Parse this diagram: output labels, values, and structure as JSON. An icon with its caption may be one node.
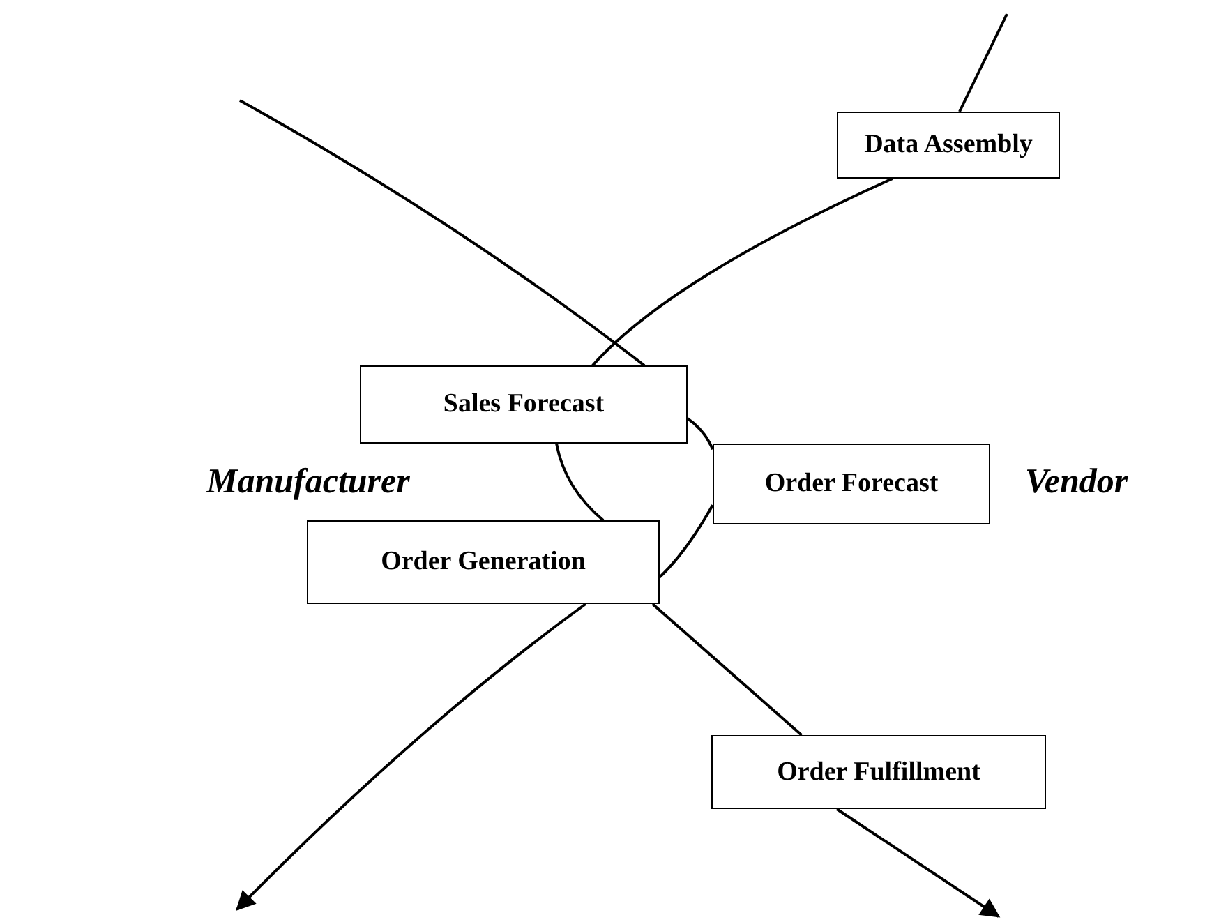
{
  "diagram": {
    "nodes": [
      {
        "text": [
          "Data Assembly"
        ]
      },
      {
        "text": [
          "Sales Forecast"
        ]
      },
      {
        "text": [
          "Order Forecast"
        ]
      },
      {
        "text": [
          "Order Generation"
        ]
      },
      {
        "text": [
          "Order Fulfillment"
        ]
      }
    ],
    "edges": [
      {
        "from": null,
        "to": 1,
        "arrow": "none"
      },
      {
        "from": null,
        "to": 0,
        "arrow": "none"
      },
      {
        "from": 0,
        "to": 1,
        "arrow": "none"
      },
      {
        "from": 1,
        "to": 2,
        "arrow": "none"
      },
      {
        "from": 2,
        "to": 3,
        "arrow": "none"
      },
      {
        "from": 3,
        "to": null,
        "arrow": "to"
      },
      {
        "from": 1,
        "to": 3,
        "arrow": "none"
      },
      {
        "from": 3,
        "to": 4,
        "arrow": "none"
      },
      {
        "from": 4,
        "to": null,
        "arrow": "to"
      }
    ],
    "labels": [
      "Manufacturer",
      "Vendor"
    ]
  }
}
